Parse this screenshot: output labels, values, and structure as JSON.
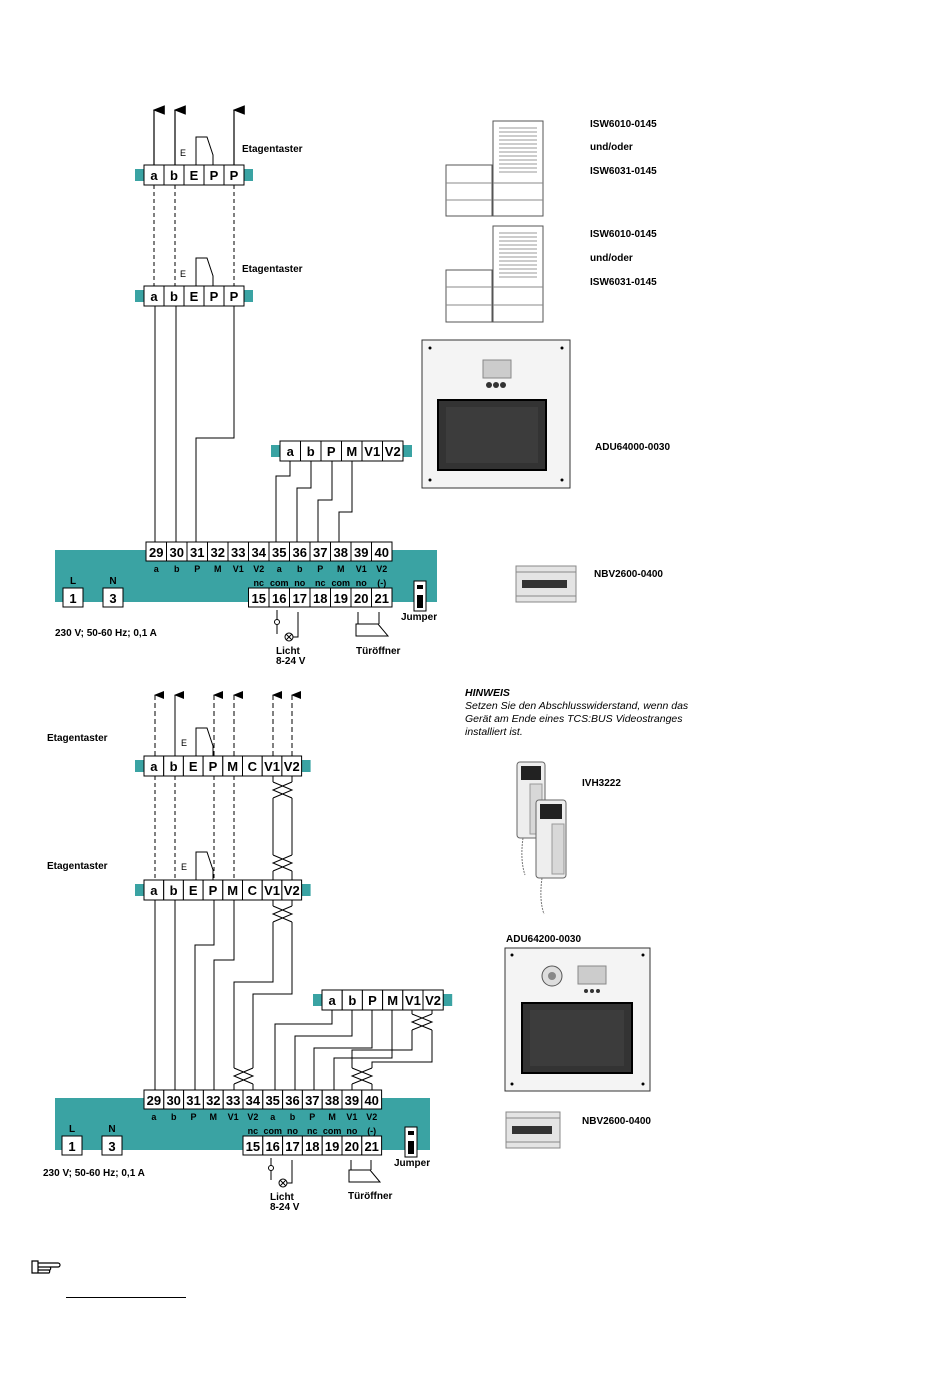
{
  "diagram1": {
    "etagentaster_top": "Etagentaster",
    "etagentaster_mid": "Etagentaster",
    "floor_terminals": [
      "a",
      "b",
      "E",
      "P",
      "P"
    ],
    "device_terminals": [
      "a",
      "b",
      "P",
      "M",
      "V1",
      "V2"
    ],
    "bus_numbers": [
      "29",
      "30",
      "31",
      "32",
      "33",
      "34",
      "35",
      "36",
      "37",
      "38",
      "39",
      "40"
    ],
    "bus_letters": [
      "a",
      "b",
      "P",
      "M",
      "V1",
      "V2",
      "a",
      "b",
      "P",
      "M",
      "V1",
      "V2"
    ],
    "relay_letters": [
      "nc",
      "com",
      "no",
      "nc",
      "com",
      "no",
      "(-)"
    ],
    "power_numbers": [
      "1",
      "3"
    ],
    "power_letters": [
      "L",
      "N"
    ],
    "relay_numbers": [
      "15",
      "16",
      "17",
      "18",
      "19",
      "20",
      "21"
    ],
    "supply": "230 V; 50-60 Hz; 0,1 A",
    "licht": "Licht",
    "licht_v": "8-24 V",
    "tueroeffner": "Türöffner",
    "jumper": "Jumper",
    "isw_a": "ISW6010-0145",
    "undoder_a": "und/oder",
    "isw_b": "ISW6031-0145",
    "isw_c": "ISW6010-0145",
    "undoder_b": "und/oder",
    "isw_d": "ISW6031-0145",
    "adu": "ADU64000-0030",
    "nbv": "NBV2600-0400"
  },
  "diagram2": {
    "etagentaster_top": "Etagentaster",
    "etagentaster_mid": "Etagentaster",
    "floor_terminals": [
      "a",
      "b",
      "E",
      "P",
      "M",
      "C",
      "V1",
      "V2"
    ],
    "device_terminals": [
      "a",
      "b",
      "P",
      "M",
      "V1",
      "V2"
    ],
    "bus_numbers": [
      "29",
      "30",
      "31",
      "32",
      "33",
      "34",
      "35",
      "36",
      "37",
      "38",
      "39",
      "40"
    ],
    "bus_letters": [
      "a",
      "b",
      "P",
      "M",
      "V1",
      "V2",
      "a",
      "b",
      "P",
      "M",
      "V1",
      "V2"
    ],
    "relay_letters": [
      "nc",
      "com",
      "no",
      "nc",
      "com",
      "no",
      "(-)"
    ],
    "power_numbers": [
      "1",
      "3"
    ],
    "power_letters": [
      "L",
      "N"
    ],
    "relay_numbers": [
      "15",
      "16",
      "17",
      "18",
      "19",
      "20",
      "21"
    ],
    "supply": "230 V; 50-60 Hz; 0,1 A",
    "licht": "Licht",
    "licht_v": "8-24 V",
    "tueroeffner": "Türöffner",
    "jumper": "Jumper",
    "hint_title": "HINWEIS",
    "hint_text": "Setzen Sie den Abschlusswiderstand, wenn das Gerät am Ende eines TCS:BUS Videostranges installiert ist.",
    "ivh": "IVH3222",
    "adu": "ADU64200-0030",
    "nbv": "NBV2600-0400"
  },
  "colors": {
    "teal": "#3aa3a3",
    "line": "#000000"
  }
}
